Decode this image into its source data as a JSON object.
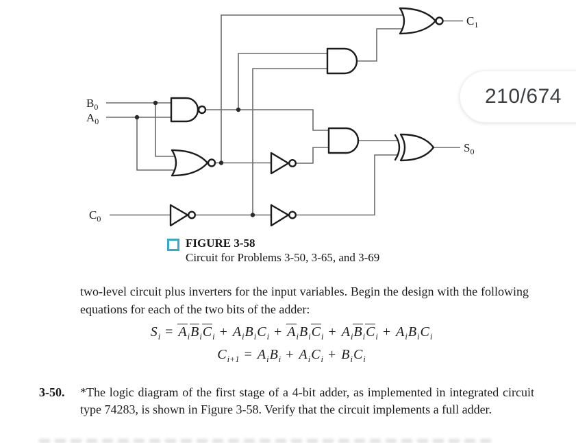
{
  "viewer": {
    "page_indicator": "210/674"
  },
  "circuit": {
    "labels": {
      "b0": {
        "base": "B",
        "sub": "0"
      },
      "a0": {
        "base": "A",
        "sub": "0"
      },
      "c0": {
        "base": "C",
        "sub": "0"
      },
      "c1": {
        "base": "C",
        "sub": "1"
      },
      "s0": {
        "base": "S",
        "sub": "0"
      }
    },
    "gates": [
      "nand-gate",
      "nor-gate",
      "and-gate",
      "nor-gate",
      "and-gate",
      "xor-gate",
      "inverter",
      "inverter",
      "inverter"
    ],
    "wire_color": "#6b6b6b",
    "gate_color": "#1c1c1c"
  },
  "figure": {
    "title": "FIGURE 3-58",
    "subtitle": "Circuit for Problems 3-50, 3-65, and 3-69",
    "bullet_color": "#35a9cb"
  },
  "paragraph": {
    "text": "two-level circuit plus inverters for the input variables. Begin the design with the following equations for each of the two bits of the adder:"
  },
  "equations": {
    "sum": {
      "lhs": {
        "base": "S",
        "sub": "i"
      },
      "terms": [
        [
          {
            "v": "A",
            "sub": "i",
            "bar": true
          },
          {
            "v": "B",
            "sub": "i",
            "bar": true
          },
          {
            "v": "C",
            "sub": "i",
            "bar": true
          }
        ],
        [
          {
            "v": "A",
            "sub": "i"
          },
          {
            "v": "B",
            "sub": "i"
          },
          {
            "v": "C",
            "sub": "i"
          }
        ],
        [
          {
            "v": "A",
            "sub": "i",
            "bar": true
          },
          {
            "v": "B",
            "sub": "i"
          },
          {
            "v": "C",
            "sub": "i",
            "bar": true
          }
        ],
        [
          {
            "v": "A",
            "sub": "i"
          },
          {
            "v": "B",
            "sub": "i",
            "bar": true
          },
          {
            "v": "C",
            "sub": "i",
            "bar": true
          }
        ],
        [
          {
            "v": "A",
            "sub": "i"
          },
          {
            "v": "B",
            "sub": "i"
          },
          {
            "v": "C",
            "sub": "i"
          }
        ]
      ]
    },
    "carry": {
      "lhs": {
        "base": "C",
        "sub": "i+1"
      },
      "terms": [
        [
          {
            "v": "A",
            "sub": "i"
          },
          {
            "v": "B",
            "sub": "i"
          }
        ],
        [
          {
            "v": "A",
            "sub": "i"
          },
          {
            "v": "C",
            "sub": "i"
          }
        ],
        [
          {
            "v": "B",
            "sub": "i"
          },
          {
            "v": "C",
            "sub": "i"
          }
        ]
      ]
    }
  },
  "problem": {
    "number": "3-50.",
    "text": "*The logic diagram of the first stage of a 4-bit adder, as implemented in integrated circuit type 74283, is shown in Figure 3-58. Verify that the circuit implements a full adder."
  }
}
